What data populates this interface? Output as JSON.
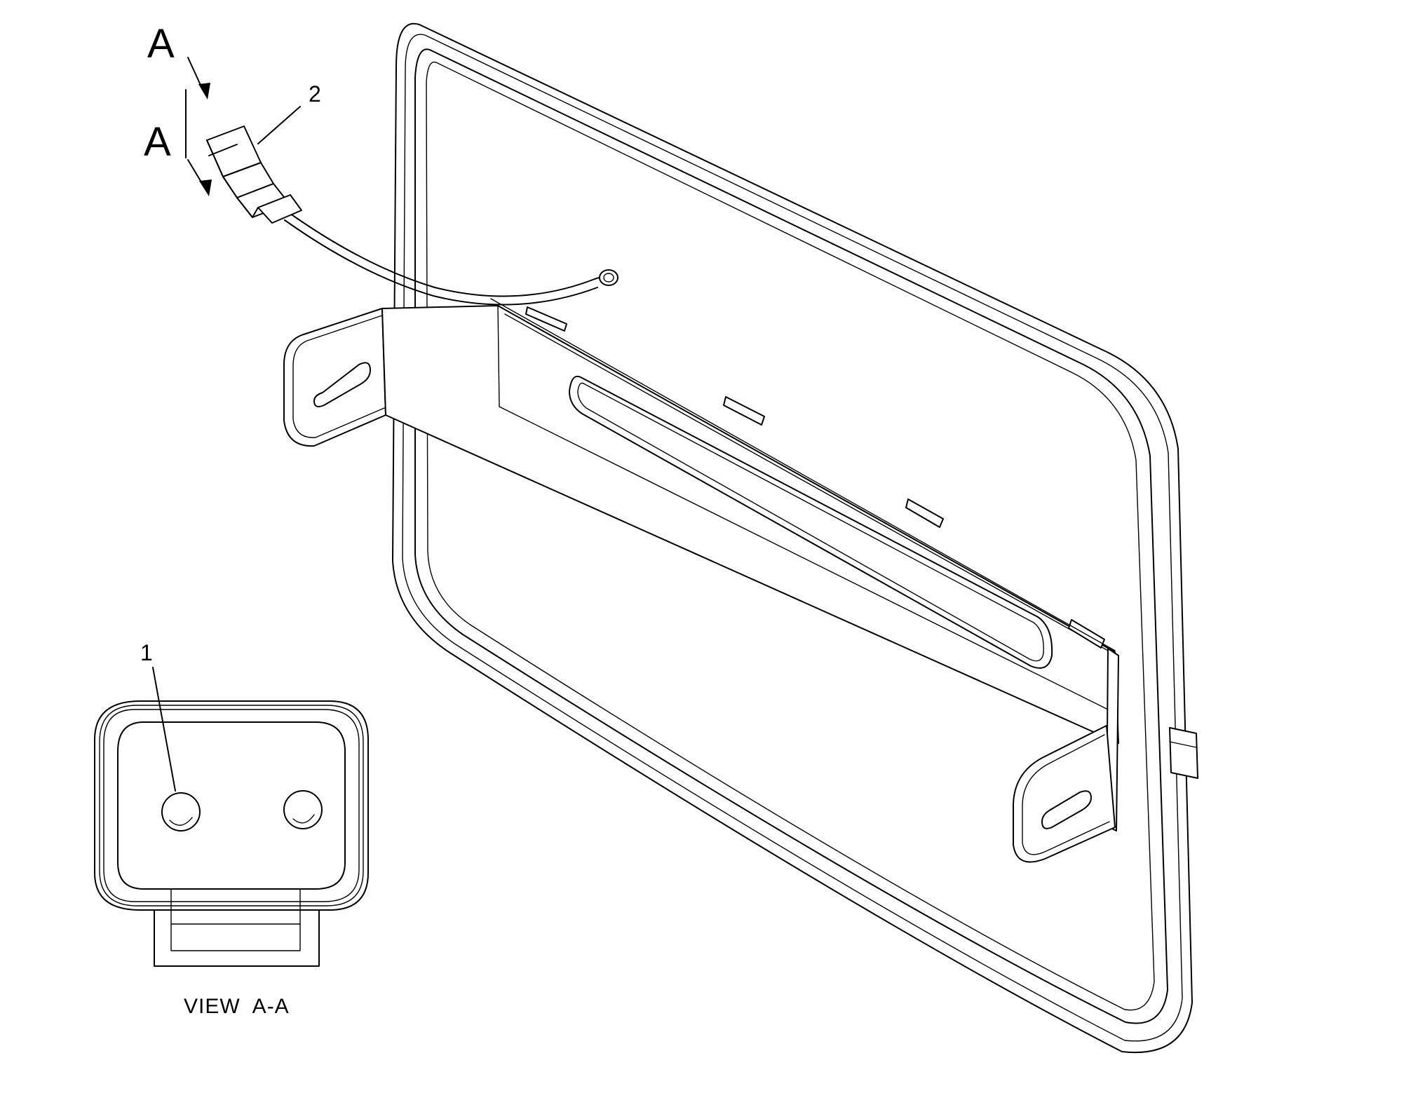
{
  "section_marker": {
    "top_label": "A",
    "bottom_label": "A"
  },
  "callouts": {
    "connector": "2",
    "socket": "1"
  },
  "view_caption": "VIEW  A-A",
  "colors": {
    "line": "#000000",
    "background": "#ffffff"
  }
}
